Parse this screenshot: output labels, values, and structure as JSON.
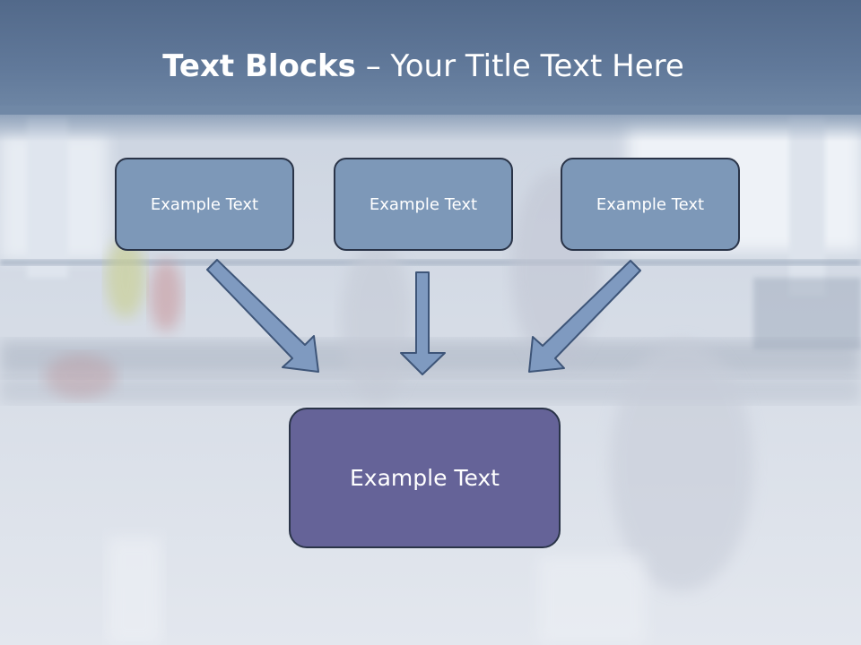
{
  "slide": {
    "title_bold": "Text Blocks",
    "title_rest": " – Your Title Text Here",
    "boxes": [
      {
        "label": "Example Text"
      },
      {
        "label": "Example Text"
      },
      {
        "label": "Example Text"
      }
    ],
    "main_box": {
      "label": "Example Text"
    }
  },
  "colors": {
    "title_bar": "#61799a",
    "small_box_fill": "#7d98b8",
    "main_box_fill": "#656398",
    "arrow_fill": "#7f9ac0",
    "box_border": "#2a3448"
  }
}
